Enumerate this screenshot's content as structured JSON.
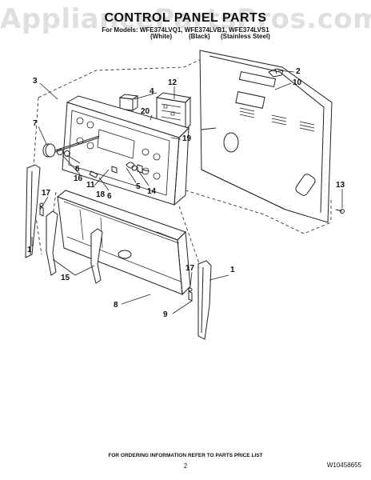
{
  "watermark": "AppliancePartsPros.com",
  "title": "CONTROL PANEL PARTS",
  "models_line": "For Models: WFE374LVQ1, WFE374LVB1, WFE374LVS1",
  "variants": [
    "(White)",
    "(Black)",
    "(Stainless Steel)"
  ],
  "callouts": [
    "1",
    "1",
    "2",
    "3",
    "4",
    "5",
    "6",
    "6",
    "7",
    "8",
    "9",
    "10",
    "11",
    "12",
    "13",
    "14",
    "15",
    "16",
    "17",
    "17",
    "18",
    "19",
    "20"
  ],
  "footer": "FOR ORDERING INFORMATION REFER TO PARTS PRICE LIST",
  "page_number": "2",
  "doc_number": "W10458655"
}
